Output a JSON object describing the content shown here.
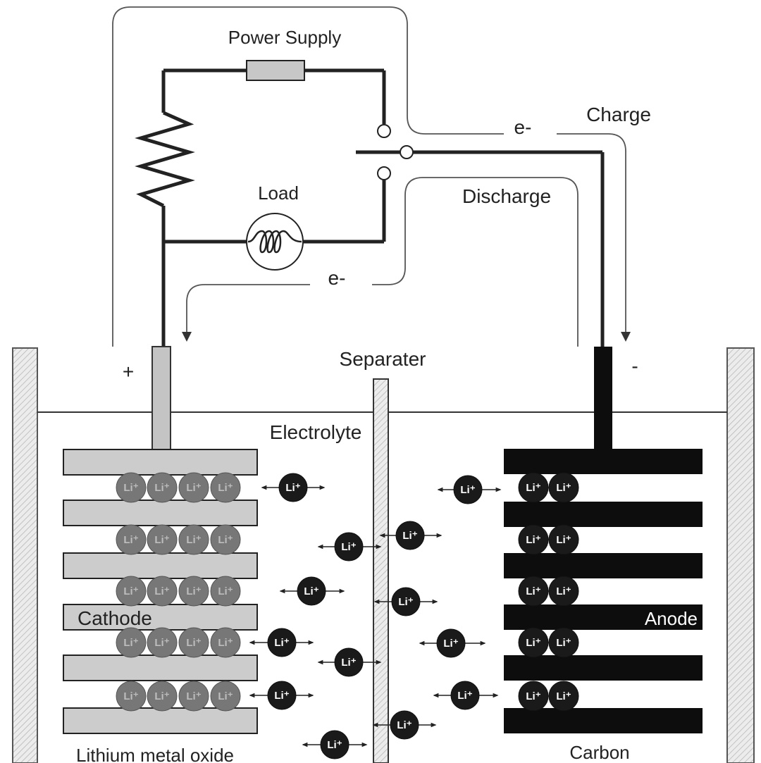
{
  "labels": {
    "power_supply": "Power Supply",
    "load": "Load",
    "charge": "Charge",
    "discharge": "Discharge",
    "electron_top": "e-",
    "electron_bottom": "e-",
    "plus": "+",
    "minus": "-",
    "separator": "Separater",
    "electrolyte": "Electrolyte",
    "cathode": "Cathode",
    "anode": "Anode",
    "cathode_material": "Lithium metal oxide",
    "anode_material": "Carbon"
  },
  "ion_label": "Li⁺",
  "colors": {
    "line": "#222222",
    "cathode_fill": "#cccccc",
    "anode_fill": "#0d0d0d",
    "intercalated_ion": "#777777",
    "free_ion": "#1a1a1a",
    "casing": "#e3e3e3"
  }
}
